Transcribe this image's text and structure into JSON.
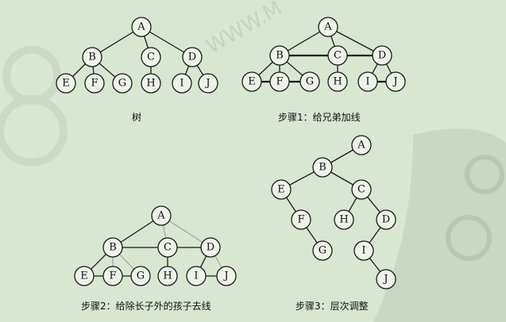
{
  "captions": {
    "tree": "树",
    "step1": "步骤1：给兄弟加线",
    "step2": "步骤2：给除长子外的孩子去线",
    "step3": "步骤3：层次调整"
  },
  "watermark_text": "WWW.M",
  "labels": {
    "A": "A",
    "B": "B",
    "C": "C",
    "D": "D",
    "E": "E",
    "F": "F",
    "G": "G",
    "H": "H",
    "I": "I",
    "J": "J"
  },
  "colors": {
    "background": "#d8e6d2",
    "node_fill": "#eef3ea",
    "stroke": "#1a1a1a",
    "removed_edge": "#9aa596"
  }
}
